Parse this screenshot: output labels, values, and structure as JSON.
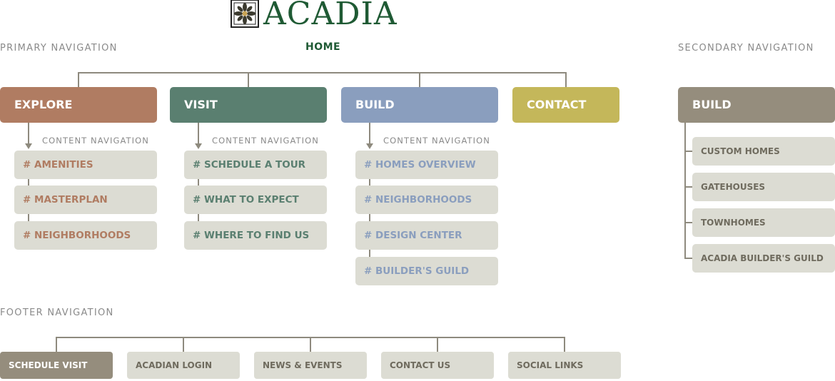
{
  "logo": {
    "wordmark": "ACADIA"
  },
  "home_label": "HOME",
  "labels": {
    "primary": "PRIMARY NAVIGATION",
    "secondary": "SECONDARY NAVIGATION",
    "footer": "FOOTER NAVIGATION",
    "content_nav": "CONTENT NAVIGATION"
  },
  "primary": [
    {
      "label": "EXPLORE",
      "color": "#b07c62",
      "items": [
        "# AMENITIES",
        "# MASTERPLAN",
        "# NEIGHBORHOODS"
      ]
    },
    {
      "label": "VISIT",
      "color": "#5a7f70",
      "items": [
        "# SCHEDULE A TOUR",
        "# WHAT TO EXPECT",
        "# WHERE TO FIND US"
      ]
    },
    {
      "label": "BUILD",
      "color": "#8a9ebe",
      "items": [
        "# HOMES OVERVIEW",
        "# NEIGHBORHOODS",
        "# DESIGN CENTER",
        "# BUILDER'S GUILD"
      ]
    },
    {
      "label": "CONTACT",
      "color": "#c4b75a",
      "items": []
    }
  ],
  "secondary": {
    "label": "BUILD",
    "color": "#958d7d",
    "items": [
      "CUSTOM HOMES",
      "GATEHOUSES",
      "TOWNHOMES",
      "ACADIA BUILDER'S GUILD"
    ]
  },
  "footer": {
    "items": [
      "SCHEDULE VISIT",
      "ACADIAN LOGIN",
      "NEWS & EVENTS",
      "CONTACT US",
      "SOCIAL LINKS"
    ],
    "active_color": "#958d7d"
  },
  "text_colors": {
    "explore": "#b07c62",
    "visit": "#5a7f70",
    "build": "#8a9ebe"
  },
  "brand_color": "#1f5a34"
}
